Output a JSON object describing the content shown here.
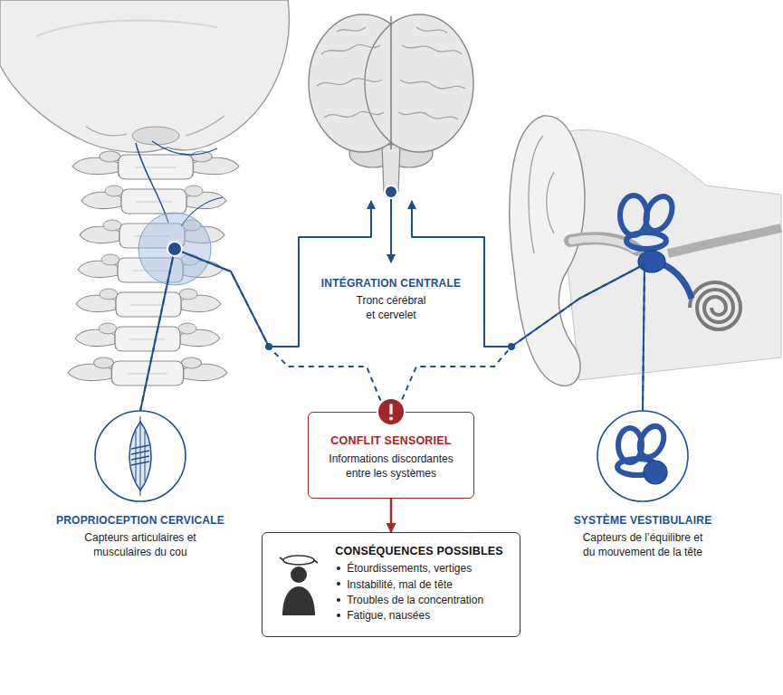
{
  "diagram": {
    "nodes": [
      {
        "text": [
          "PROPRIOCEPTION CERVICALE",
          "Capteurs articulaires et musculaires du cou"
        ]
      },
      {
        "text": [
          "INTÉGRATION CENTRALE",
          "Tronc cérébral et cervelet"
        ]
      },
      {
        "text": [
          "CONFLIT SENSORIEL",
          "Informations discordantes entre les systèmes"
        ]
      },
      {
        "text": [
          "CONSÉQUENCES POSSIBLES",
          "Étourdissements, vertiges",
          "Instabilité, mal de tête",
          "Troubles de la concentration",
          "Fatigue, nausées"
        ]
      },
      {
        "text": [
          "SYSTÈME VESTIBULAIRE",
          "Capteurs de l’équilibre et du mouvement de la tête"
        ]
      }
    ],
    "edges": [
      {
        "from": 0,
        "to": 1,
        "arrow": "to"
      },
      {
        "from": 4,
        "to": 1,
        "arrow": "to"
      },
      {
        "from": 0,
        "to": 2,
        "arrow": "none"
      },
      {
        "from": 4,
        "to": 2,
        "arrow": "none"
      },
      {
        "from": 2,
        "to": 3,
        "arrow": "to"
      }
    ]
  }
}
